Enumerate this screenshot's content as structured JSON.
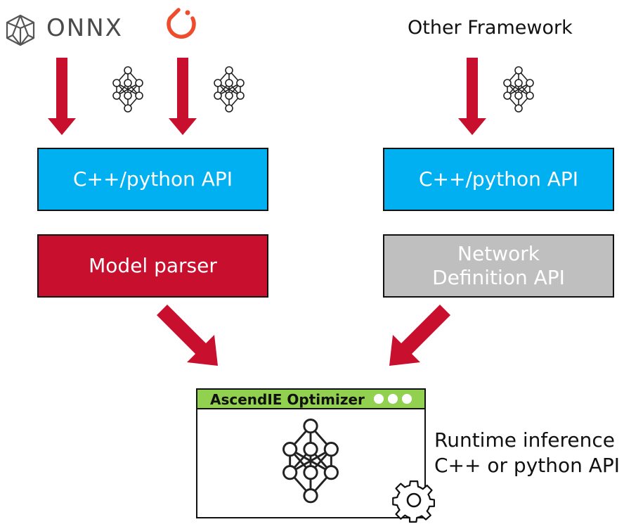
{
  "sources": {
    "onnx_label": "ONNX",
    "other_framework": "Other Framework"
  },
  "left_column": {
    "api_label": "C++/python API",
    "parser_label": "Model parser"
  },
  "right_column": {
    "api_label": "C++/python API",
    "network_line1": "Network",
    "network_line2": "Definition API"
  },
  "optimizer": {
    "title": "AscendIE Optimizer"
  },
  "runtime": {
    "line1": "Runtime inference",
    "line2": "C++ or python API"
  },
  "colors": {
    "arrow": "#c8102e",
    "api_box": "#00b0f0",
    "parser_box": "#c8102e",
    "network_box": "#bfbfbf",
    "optimizer_titlebar": "#92d050",
    "pytorch_logo": "#ee4c2c"
  },
  "icons": [
    "onnx-logo-icon",
    "pytorch-logo-icon",
    "neural-network-icon",
    "gear-icon"
  ]
}
